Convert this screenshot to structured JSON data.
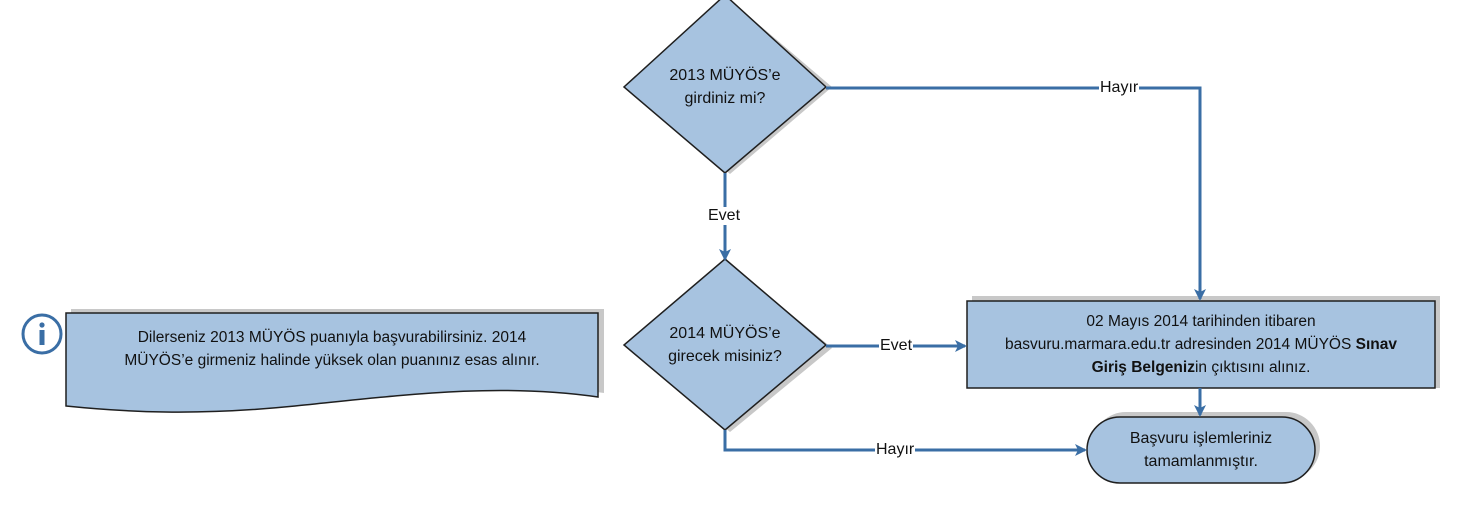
{
  "diagram": {
    "decision1": {
      "line1": "2013 MÜYÖS’e",
      "line2": "girdiniz mi?"
    },
    "decision2": {
      "line1": "2014 MÜYÖS’e",
      "line2": "girecek misiniz?"
    },
    "edges": {
      "d1_yes": "Evet",
      "d1_no": "Hayır",
      "d2_yes": "Evet",
      "d2_no": "Hayır"
    },
    "process": {
      "line1": "02 Mayıs 2014 tarihinden itibaren",
      "line2_pre": "basvuru.marmara.edu.tr adresinden 2014 MÜYÖS ",
      "line2_bold": "Sınav",
      "line3_bold": "Giriş Belgeniz",
      "line3_post": "in çıktısını alınız."
    },
    "terminal": {
      "line1": "Başvuru işlemleriniz",
      "line2": "tamamlanmıştır."
    },
    "note": {
      "line1": "Dilerseniz 2013 MÜYÖS puanıyla başvurabilirsiniz. 2014",
      "line2": "MÜYÖS’e girmeniz halinde yüksek olan puanınız esas alınır."
    },
    "info_icon": "info-icon",
    "colors": {
      "shape_fill": "#a7c3e0",
      "shape_stroke": "#1f1f1f",
      "connector": "#3a6ea5",
      "shadow": "#c8c8c8",
      "info_icon": "#3a6ea5"
    }
  }
}
